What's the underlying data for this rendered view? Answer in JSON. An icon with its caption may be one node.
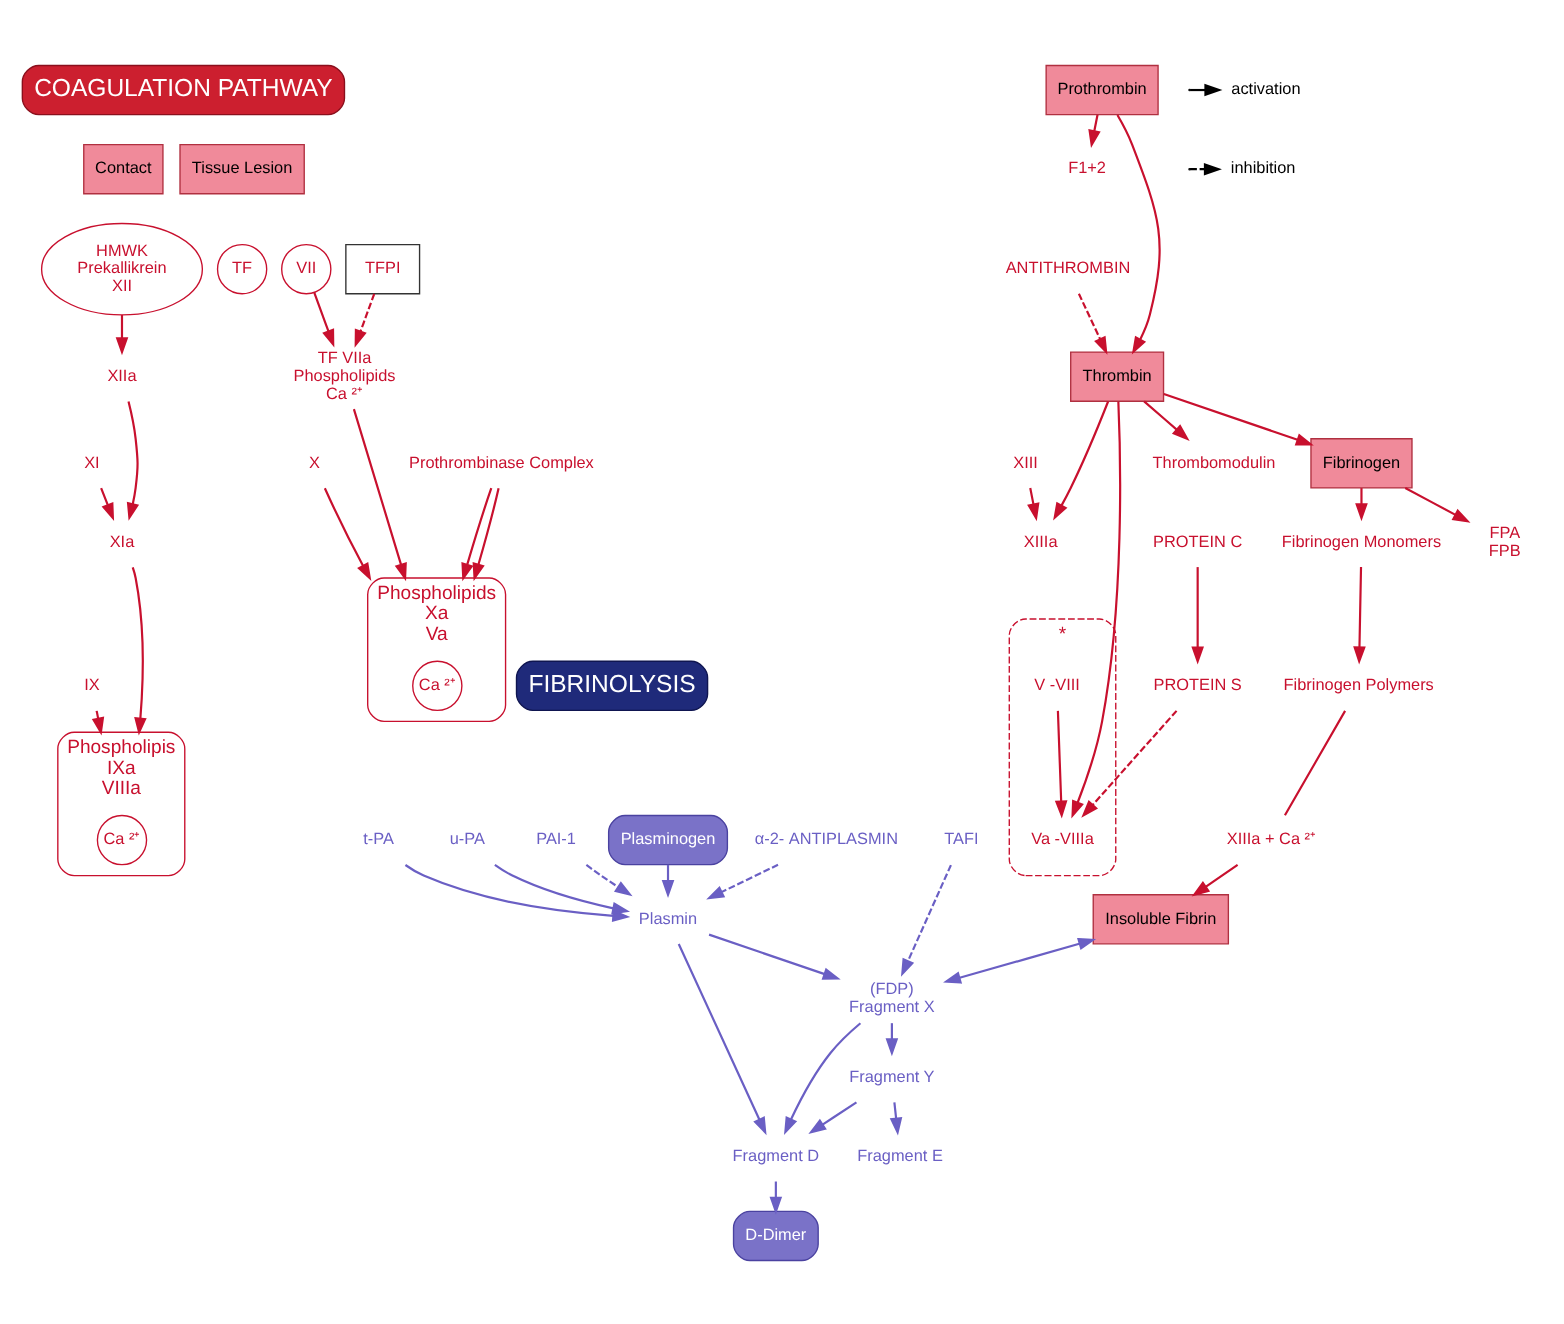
{
  "diagram": {
    "nodes": [
      {
        "text": [
          "COAGULATION PATHWAY"
        ]
      },
      {
        "text": [
          "FIBRINOLYSIS"
        ]
      },
      {
        "text": [
          "Contact"
        ]
      },
      {
        "text": [
          "HMWK",
          "Prekallikrein",
          "XII"
        ]
      },
      {
        "text": [
          "Tissue Lesion"
        ]
      },
      {
        "text": [
          "TF"
        ]
      },
      {
        "text": [
          "VII"
        ]
      },
      {
        "text": [
          "TFPI"
        ]
      },
      {
        "text": [
          "TF VIIa",
          "Phospholipids",
          "Ca ²⁺"
        ]
      },
      {
        "text": [
          "XIIa"
        ]
      },
      {
        "text": [
          "XI"
        ]
      },
      {
        "text": [
          "XIa"
        ]
      },
      {
        "text": [
          "IX"
        ]
      },
      {
        "text": [
          "Phospholipis",
          "IXa",
          "VIIIa"
        ]
      },
      {
        "text": [
          "Ca ²⁺"
        ],
        "in": 13
      },
      {
        "text": [
          "X"
        ]
      },
      {
        "text": [
          "Prothrombinase Complex"
        ]
      },
      {
        "text": [
          "Phospholipids",
          "Xa",
          "Va"
        ]
      },
      {
        "text": [
          "Ca ²⁺"
        ],
        "in": 17
      },
      {
        "text": [
          "Prothrombin"
        ]
      },
      {
        "text": [
          "F1+2"
        ]
      },
      {
        "text": [
          "Thrombin"
        ]
      },
      {
        "text": [
          "ANTITHROMBIN"
        ]
      },
      {
        "text": [
          "XIII"
        ]
      },
      {
        "text": [
          "XIIIa"
        ]
      },
      {
        "text": [],
        "shape": "cloud",
        "beside": [
          "*"
        ]
      },
      {
        "text": [
          "V -VIII"
        ],
        "in": 25
      },
      {
        "text": [
          "Va -VIIIa"
        ],
        "in": 25
      },
      {
        "text": [
          "PROTEIN S"
        ]
      },
      {
        "text": [
          "PROTEIN C"
        ]
      },
      {
        "text": [
          "Thrombomodulin"
        ]
      },
      {
        "text": [
          "Fibrinogen"
        ]
      },
      {
        "text": [
          "FPA",
          "FPB"
        ]
      },
      {
        "text": [
          "Fibrinogen Monomers"
        ]
      },
      {
        "text": [
          "Fibrinogen Polymers"
        ]
      },
      {
        "text": [
          "XIIIa + Ca ²⁺"
        ]
      },
      {
        "text": [
          "Insoluble Fibrin"
        ]
      },
      {
        "text": [
          "(FDP)",
          "Fragment X"
        ]
      },
      {
        "text": [
          "Fragment Y"
        ]
      },
      {
        "text": [
          "Fragment E"
        ]
      },
      {
        "text": [
          "Fragment D"
        ]
      },
      {
        "text": [
          "D-Dimer"
        ]
      },
      {
        "text": [
          "TAFI"
        ]
      },
      {
        "text": [
          "Plasmin"
        ]
      },
      {
        "text": [
          "α-2- ANTIPLASMIN"
        ]
      },
      {
        "text": [
          "t-PA"
        ]
      },
      {
        "text": [
          "u-PA"
        ]
      },
      {
        "text": [
          "PAI-1"
        ]
      },
      {
        "text": [
          "Plasminogen"
        ]
      }
    ],
    "edges": [
      {
        "from": 3,
        "to": 9,
        "arrow": "to"
      },
      {
        "from": 9,
        "to": 11,
        "arrow": "to"
      },
      {
        "from": 10,
        "to": 11,
        "arrow": "to"
      },
      {
        "from": 11,
        "to": 13,
        "arrow": "to"
      },
      {
        "from": 12,
        "to": 13,
        "arrow": "to"
      },
      {
        "from": 6,
        "to": 8,
        "arrow": "to"
      },
      {
        "from": 7,
        "to": 8,
        "arrow": "to",
        "style": "dashed"
      },
      {
        "from": 8,
        "to": 17,
        "arrow": "to"
      },
      {
        "from": 15,
        "to": 17,
        "arrow": "to"
      },
      {
        "from": 16,
        "to": 17,
        "arrow": "to"
      },
      {
        "from": 16,
        "to": 17,
        "arrow": "to"
      },
      {
        "from": 19,
        "to": 20,
        "arrow": "to"
      },
      {
        "from": 19,
        "to": 21,
        "arrow": "to"
      },
      {
        "from": 22,
        "to": 21,
        "arrow": "to",
        "style": "dashed"
      },
      {
        "from": 21,
        "to": 24,
        "arrow": "to"
      },
      {
        "from": 23,
        "to": 24,
        "arrow": "to"
      },
      {
        "from": 21,
        "to": 27,
        "arrow": "to"
      },
      {
        "from": 26,
        "to": 27,
        "arrow": "to"
      },
      {
        "from": 28,
        "to": 27,
        "arrow": "to",
        "style": "dashed"
      },
      {
        "from": 21,
        "to": 30,
        "arrow": "to"
      },
      {
        "from": 29,
        "to": 28,
        "arrow": "to"
      },
      {
        "from": 21,
        "to": 31,
        "arrow": "to"
      },
      {
        "from": 31,
        "to": 33,
        "arrow": "to"
      },
      {
        "from": 31,
        "to": 32,
        "arrow": "to"
      },
      {
        "from": 33,
        "to": 34,
        "arrow": "to"
      },
      {
        "from": 34,
        "to": 35,
        "arrow": "none"
      },
      {
        "from": 35,
        "to": 36,
        "arrow": "to"
      },
      {
        "from": 36,
        "to": 37,
        "arrow": "both",
        "color": "#6a5fc4"
      },
      {
        "from": 37,
        "to": 38,
        "arrow": "to",
        "color": "#6a5fc4"
      },
      {
        "from": 37,
        "to": 40,
        "arrow": "to",
        "color": "#6a5fc4"
      },
      {
        "from": 38,
        "to": 39,
        "arrow": "to",
        "color": "#6a5fc4"
      },
      {
        "from": 38,
        "to": 40,
        "arrow": "to",
        "color": "#6a5fc4"
      },
      {
        "from": 40,
        "to": 41,
        "arrow": "to",
        "color": "#6a5fc4"
      },
      {
        "from": 42,
        "to": 37,
        "arrow": "to",
        "style": "dashed",
        "color": "#6a5fc4"
      },
      {
        "from": 43,
        "to": 40,
        "arrow": "to",
        "color": "#6a5fc4"
      },
      {
        "from": 43,
        "to": 37,
        "arrow": "to",
        "color": "#6a5fc4"
      },
      {
        "from": 44,
        "to": 43,
        "arrow": "to",
        "style": "dashed",
        "color": "#6a5fc4"
      },
      {
        "from": 48,
        "to": 43,
        "arrow": "to",
        "color": "#6a5fc4"
      },
      {
        "from": 45,
        "to": 43,
        "arrow": "to",
        "color": "#6a5fc4"
      },
      {
        "from": 46,
        "to": 43,
        "arrow": "to",
        "color": "#6a5fc4"
      },
      {
        "from": 47,
        "to": 43,
        "arrow": "to",
        "style": "dashed",
        "color": "#6a5fc4"
      }
    ],
    "legend": [
      {
        "text": "activation"
      },
      {
        "text": "inhibition"
      }
    ]
  }
}
